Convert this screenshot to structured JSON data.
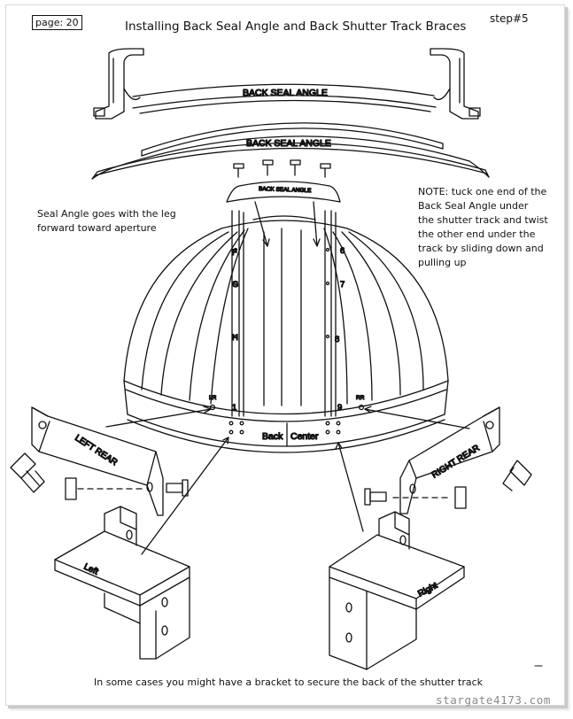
{
  "header": {
    "page_label": "page: 20",
    "title": "Installing Back Seal Angle and Back Shutter Track Braces",
    "step": "step#5"
  },
  "notes": {
    "left": [
      "Seal Angle goes with the leg",
      "forward toward aperture"
    ],
    "right": [
      "NOTE: tuck one end of the",
      "Back Seal Angle under",
      "the shutter track and twist",
      "the other end under the",
      "track by sliding down and",
      "pulling up"
    ]
  },
  "labels": {
    "seal_angle_top": "BACK SEAL ANGLE",
    "seal_angle_mid": "BACK SEAL ANGLE",
    "seal_angle_small": "BACK SEAL ANGLE",
    "left_rear": "LEFT REAR",
    "right_rear": "RIGHT REAR",
    "left_bracket": "Left",
    "right_bracket": "Right",
    "back": "Back",
    "center": "Center",
    "lr": "LR",
    "rr": "RR",
    "rib_left": [
      "F",
      "G",
      "H",
      "1"
    ],
    "rib_right": [
      "6",
      "7",
      "8",
      "9"
    ]
  },
  "footer": "In some cases you might have a bracket to secure the back of the shutter track",
  "watermark": "stargate4173.com"
}
